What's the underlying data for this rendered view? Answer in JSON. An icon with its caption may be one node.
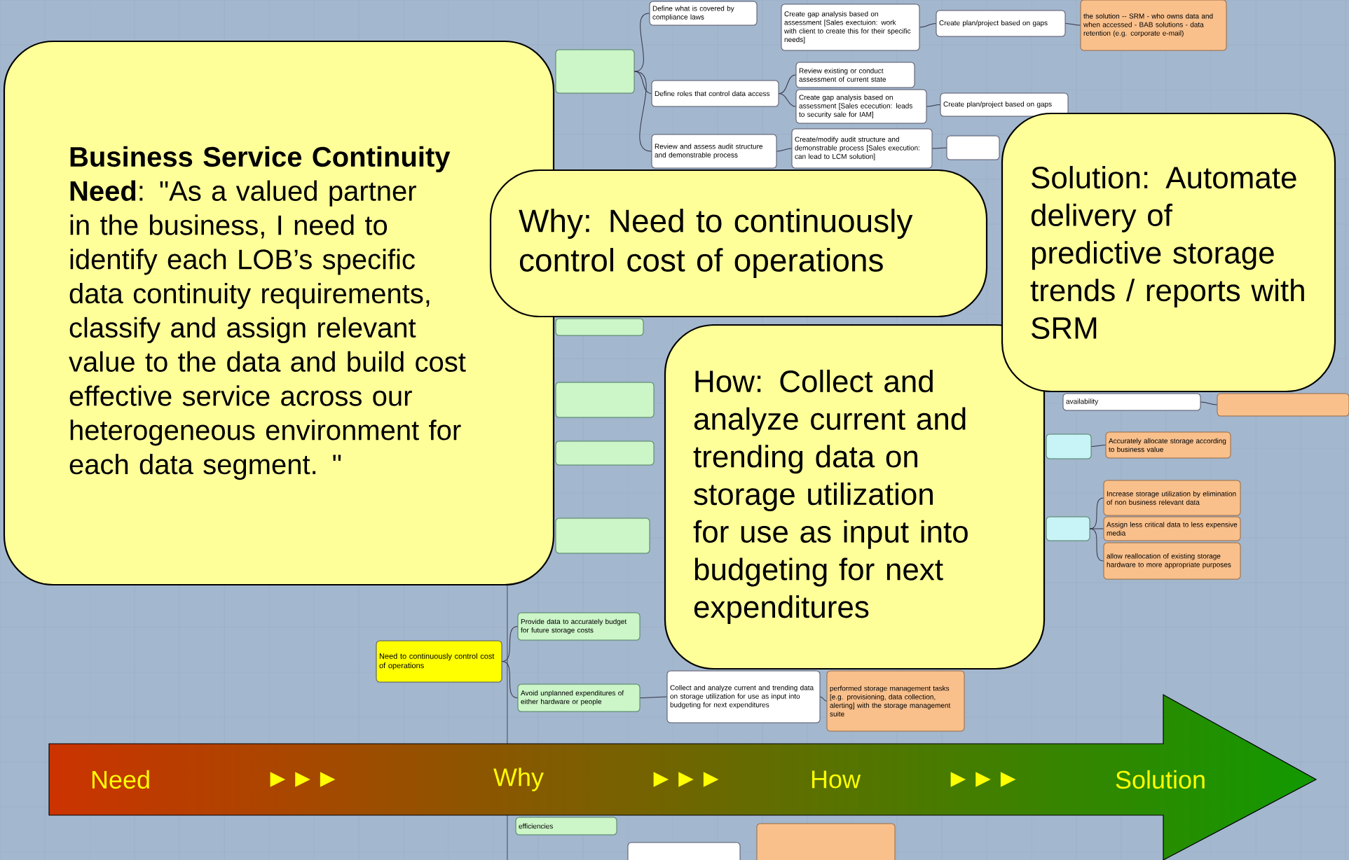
{
  "diagram": {
    "nodes": [
      {
        "text": [],
        "shape": "box"
      },
      {
        "text": [
          "Define what is covered by compliance laws"
        ]
      },
      {
        "text": [
          "Create gap analysis based on assessment [Sales exectuion: work with client to create this for their specific needs]"
        ]
      },
      {
        "text": [
          "Create plan/project based on gaps"
        ]
      },
      {
        "text": [
          "the solution -- SRM - who owns data and when accessed - BAB solutions - data retention (e.g. corporate e-mail)"
        ]
      },
      {
        "text": [
          "Define roles that control data access"
        ]
      },
      {
        "text": [
          "Review existing or conduct assessment of current state"
        ]
      },
      {
        "text": [
          "Create gap analysis based on assessment [Sales ececution: leads to security sale for IAM]"
        ]
      },
      {
        "text": [
          "Create plan/project based on gaps"
        ]
      },
      {
        "text": [
          "Review and assess audit structure and demonstrable process"
        ]
      },
      {
        "text": [
          "Create/modify audit structure and demonstrable process [Sales execution: can lead to LCM solution]"
        ]
      },
      {
        "text": [],
        "shape": "box"
      },
      {
        "text": [
          "availability"
        ]
      },
      {
        "text": [],
        "shape": "box"
      },
      {
        "text": [],
        "shape": "box"
      },
      {
        "text": [
          "Accurately allocate storage according to business value"
        ]
      },
      {
        "text": [],
        "shape": "box"
      },
      {
        "text": [
          "Increase storage utilization by elimination of non business relevant data"
        ]
      },
      {
        "text": [
          "Assign less critical data to less expensive media"
        ]
      },
      {
        "text": [
          "allow reallocation of existing storage hardware to more appropriate purposes"
        ]
      },
      {
        "text": [],
        "shape": "box"
      },
      {
        "text": [],
        "shape": "box"
      },
      {
        "text": [],
        "shape": "box"
      },
      {
        "text": [],
        "shape": "box"
      },
      {
        "text": [
          "Need to continuously control cost of operations"
        ]
      },
      {
        "text": [
          "Provide data to accurately budget for future storage costs"
        ]
      },
      {
        "text": [
          "Avoid unplanned expenditures of either hardware or people"
        ]
      },
      {
        "text": [
          "Collect and analyze current and trending data on storage utilization for use as input into budgeting for next expenditures"
        ]
      },
      {
        "text": [
          "performed storage management tasks [e.g. provisioning, data collection, alerting] with the storage management suite"
        ]
      },
      {
        "text": [
          "efficiencies"
        ]
      },
      {
        "text": [],
        "shape": "box"
      },
      {
        "text": [],
        "shape": "box"
      },
      {
        "text": [
          "**Business Service Continuity Need**: \"As a valued partner in the business, I need to identify each LOB’s specific data continuity requirements, classify and assign relevant value to the data and build cost effective service across our heterogeneous environment for each data segment. \""
        ]
      },
      {
        "text": [
          "Why: Need to continuously control cost of operations"
        ]
      },
      {
        "text": [
          "How: Collect and analyze current and trending data on storage utilization for use as input into budgeting for next expenditures"
        ]
      },
      {
        "text": [
          "Solution: Automate delivery of predictive storage trends / reports with SRM"
        ]
      },
      {
        "text": [
          "Need",
          "►►►",
          "Why",
          "►►►",
          "How",
          "►►►",
          "Solution"
        ]
      }
    ],
    "edges": [
      {
        "from": 0,
        "to": 1,
        "arrow": "none"
      },
      {
        "from": 0,
        "to": 5,
        "arrow": "none"
      },
      {
        "from": 0,
        "to": 9,
        "arrow": "none"
      },
      {
        "from": 2,
        "to": 3,
        "arrow": "none"
      },
      {
        "from": 3,
        "to": 4,
        "arrow": "none"
      },
      {
        "from": 5,
        "to": 6,
        "arrow": "none"
      },
      {
        "from": 5,
        "to": 7,
        "arrow": "none"
      },
      {
        "from": 7,
        "to": 8,
        "arrow": "none"
      },
      {
        "from": 9,
        "to": 10,
        "arrow": "none"
      },
      {
        "from": 10,
        "to": 11,
        "arrow": "none"
      },
      {
        "from": 12,
        "to": 13,
        "arrow": "none"
      },
      {
        "from": 14,
        "to": 15,
        "arrow": "none"
      },
      {
        "from": 16,
        "to": 17,
        "arrow": "none"
      },
      {
        "from": 16,
        "to": 18,
        "arrow": "none"
      },
      {
        "from": 16,
        "to": 19,
        "arrow": "none"
      },
      {
        "from": 24,
        "to": 25,
        "arrow": "none"
      },
      {
        "from": 24,
        "to": 26,
        "arrow": "none"
      },
      {
        "from": 26,
        "to": 27,
        "arrow": "none"
      },
      {
        "from": 27,
        "to": 28,
        "arrow": "none"
      }
    ]
  }
}
